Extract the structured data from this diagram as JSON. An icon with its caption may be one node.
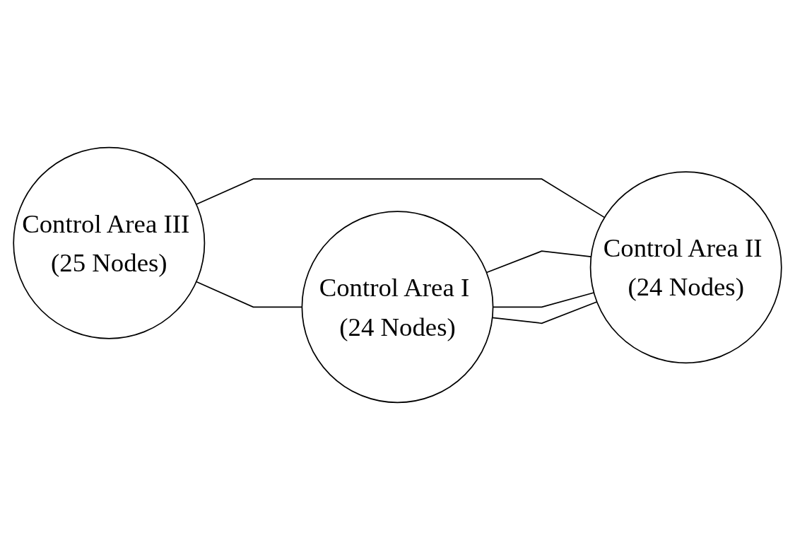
{
  "diagram": {
    "nodes": [
      {
        "text": [
          "Control Area III (25 Nodes)"
        ]
      },
      {
        "text": [
          "Control Area II (24 Nodes)"
        ]
      },
      {
        "text": [
          "Control Area I (24 Nodes)"
        ]
      }
    ],
    "edges": [
      {
        "from": 0,
        "to": 1,
        "arrow": "none"
      },
      {
        "from": 0,
        "to": 2,
        "arrow": "none"
      },
      {
        "from": 2,
        "to": 1,
        "arrow": "none"
      },
      {
        "from": 2,
        "to": 1,
        "arrow": "none"
      },
      {
        "from": 2,
        "to": 1,
        "arrow": "none"
      }
    ]
  }
}
